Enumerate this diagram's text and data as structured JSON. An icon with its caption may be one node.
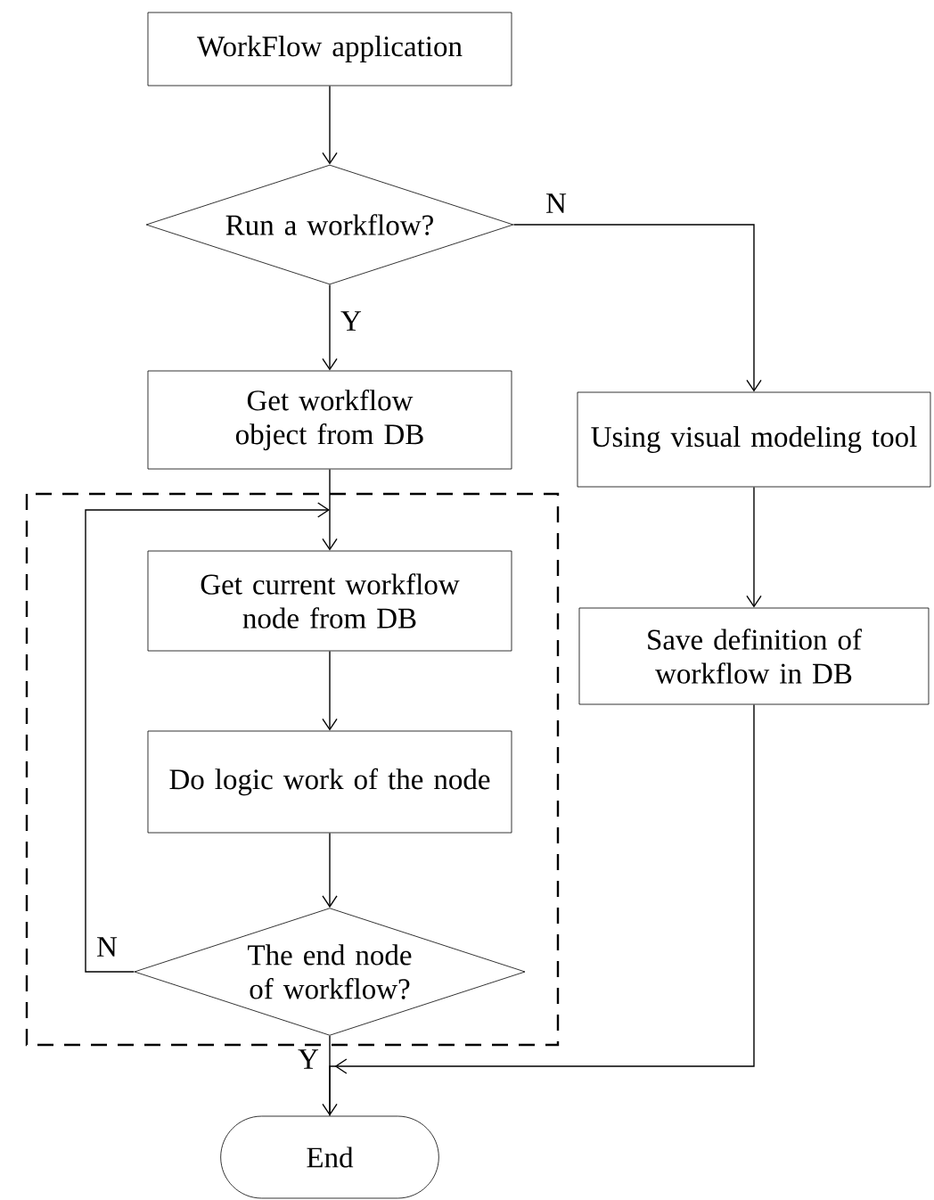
{
  "diagram": {
    "nodes": [
      {
        "text": [
          "WorkFlow application"
        ]
      },
      {
        "text": [
          "Run a workflow?"
        ]
      },
      {
        "text": [
          "Get workflow object from DB"
        ]
      },
      {
        "text": [
          "Get current workflow node from DB"
        ]
      },
      {
        "text": [
          "Using visual modeling tool"
        ]
      },
      {
        "text": [
          "Save definition of workflow in DB"
        ]
      },
      {
        "text": [
          "Do logic work of the node"
        ]
      },
      {
        "text": [
          "The end node of workflow?"
        ]
      },
      {
        "text": [
          "End"
        ]
      }
    ],
    "edges": [
      {
        "from": 0,
        "to": 1,
        "arrow": "to"
      },
      {
        "from": 1,
        "to": 2,
        "arrow": "to",
        "label": "Y"
      },
      {
        "from": 1,
        "to": 4,
        "arrow": "to",
        "label": "N"
      },
      {
        "from": 2,
        "to": 3,
        "arrow": "to"
      },
      {
        "from": 4,
        "to": 5,
        "arrow": "to"
      },
      {
        "from": 3,
        "to": 6,
        "arrow": "to"
      },
      {
        "from": 6,
        "to": 7,
        "arrow": "to"
      },
      {
        "from": 7,
        "to": 3,
        "arrow": "to",
        "label": "N"
      },
      {
        "from": 7,
        "to": 8,
        "arrow": "to",
        "label": "Y"
      },
      {
        "from": 5,
        "to": 8,
        "arrow": "to"
      }
    ]
  }
}
